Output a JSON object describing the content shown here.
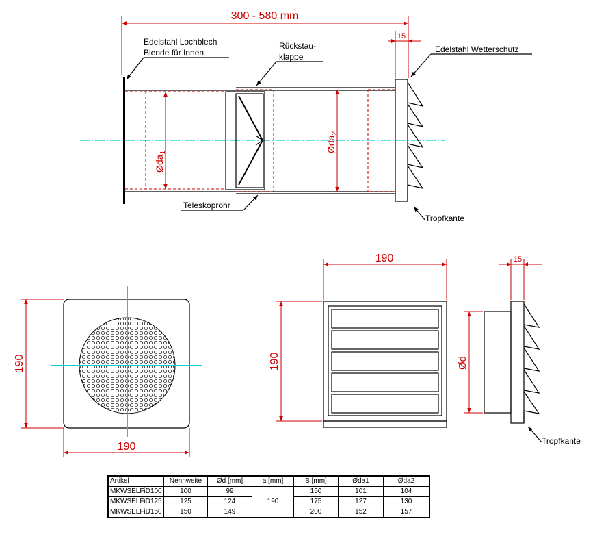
{
  "side_view": {
    "length_dim": "300 - 580 mm",
    "offset_dim": "15",
    "label_plate_line1": "Edelstahl Lochblech",
    "label_plate_line2": "Blende für Innen",
    "label_flap_line1": "Rückstau-",
    "label_flap_line2": "klappe",
    "label_hood": "Edelstahl Wetterschutz",
    "label_tube": "Teleskoprohr",
    "label_drip": "Tropfkante",
    "dim_da1": "Øda",
    "dim_da1_sub": "1",
    "dim_da2": "Øda",
    "dim_da2_sub": "2"
  },
  "front_view": {
    "width_dim": "190",
    "height_dim": "190"
  },
  "hood_front_view": {
    "width_dim": "190",
    "height_dim": "190"
  },
  "hood_side_view": {
    "offset_dim": "15",
    "dim_d": "Ød",
    "label_drip": "Tropfkante"
  },
  "table": {
    "headers": [
      "Artikel",
      "Nennweite",
      "Ød [mm]",
      "a [mm]",
      "B [mm]",
      "Øda1",
      "Øda2"
    ],
    "a_value": "190",
    "rows": [
      [
        "MKWSELFiD100",
        "100",
        "99",
        "150",
        "101",
        "104"
      ],
      [
        "MKWSELFiD125",
        "125",
        "124",
        "175",
        "127",
        "130"
      ],
      [
        "MKWSELFiD150",
        "150",
        "149",
        "200",
        "152",
        "157"
      ]
    ]
  },
  "colors": {
    "dimension": "#cc0000",
    "centerline": "#00c8d8",
    "outline": "#000000"
  }
}
